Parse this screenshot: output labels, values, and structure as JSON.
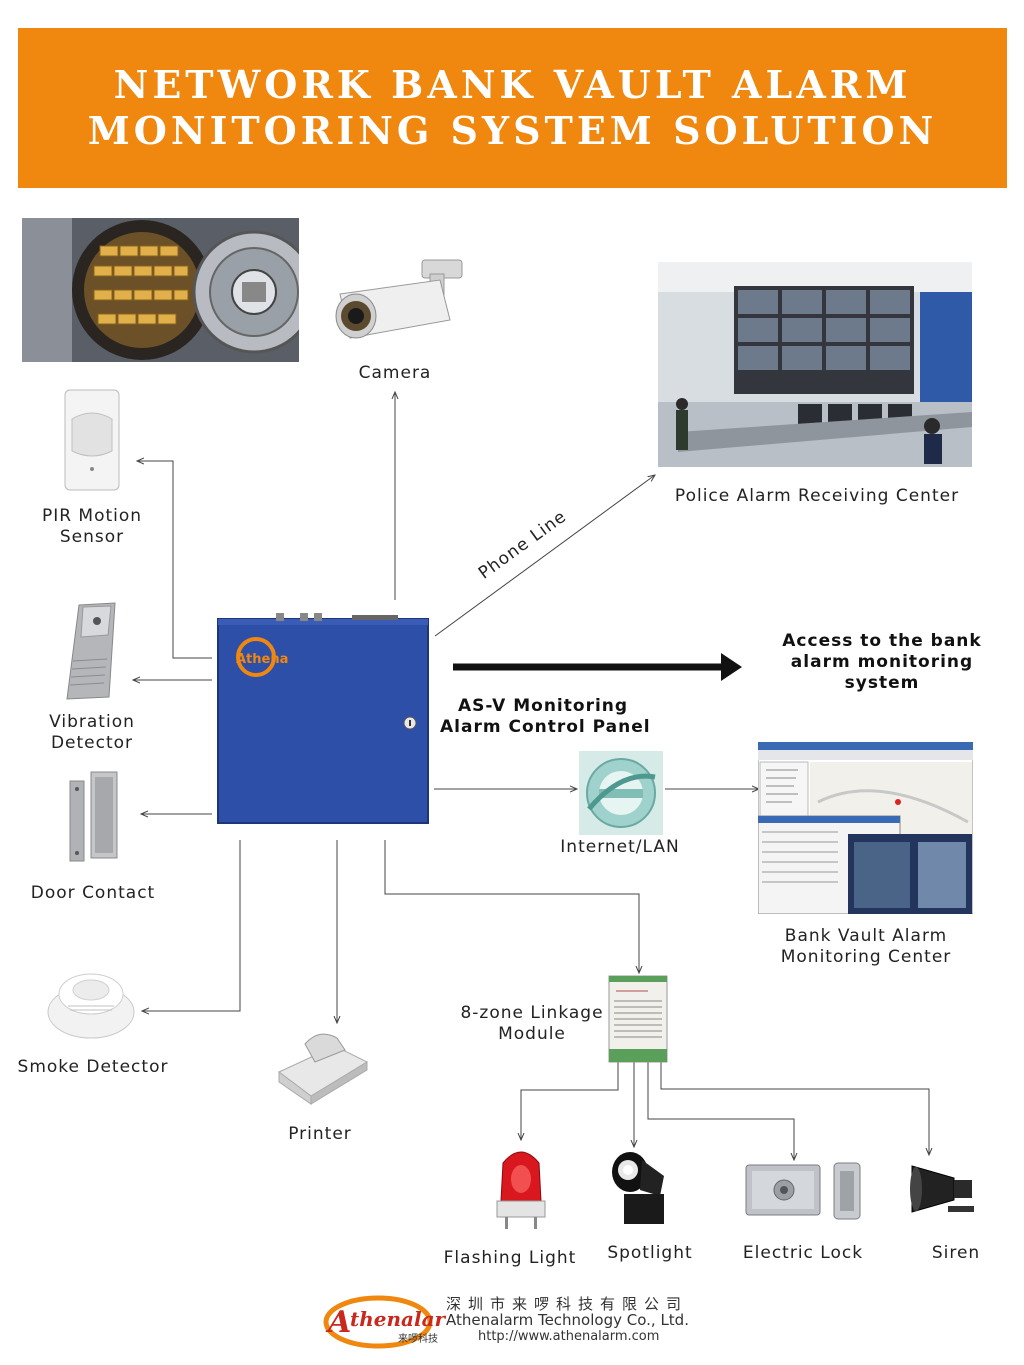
{
  "banner": {
    "line1": "NETWORK BANK VAULT ALARM",
    "line2": "MONITORING SYSTEM SOLUTION"
  },
  "labels": {
    "camera": "Camera",
    "police": "Police Alarm Receiving Center",
    "phone_line": "Phone Line",
    "pir_1": "PIR Motion",
    "pir_2": "Sensor",
    "vibration_1": "Vibration",
    "vibration_2": "Detector",
    "door": "Door Contact",
    "smoke": "Smoke Detector",
    "printer": "Printer",
    "panel_1": "AS-V Monitoring",
    "panel_2": "Alarm Control Panel",
    "access_1": "Access to the bank",
    "access_2": "alarm monitoring",
    "access_3": "system",
    "internet": "Internet/LAN",
    "bank_center_1": "Bank Vault Alarm",
    "bank_center_2": "Monitoring Center",
    "linkage_1": "8-zone Linkage",
    "linkage_2": "Module",
    "flashing": "Flashing Light",
    "spotlight": "Spotlight",
    "lock": "Electric Lock",
    "siren": "Siren"
  },
  "footer": {
    "logo_text": "Athenalarm",
    "logo_cn": "来啰科技",
    "company_cn": "深圳市来啰科技有限公司",
    "company_en": "Athenalarm Technology Co., Ltd.",
    "url": "http://www.athenalarm.com"
  },
  "colors": {
    "banner": "#f0870f",
    "panel": "#2d4fa8",
    "logo_red": "#c8281e"
  }
}
